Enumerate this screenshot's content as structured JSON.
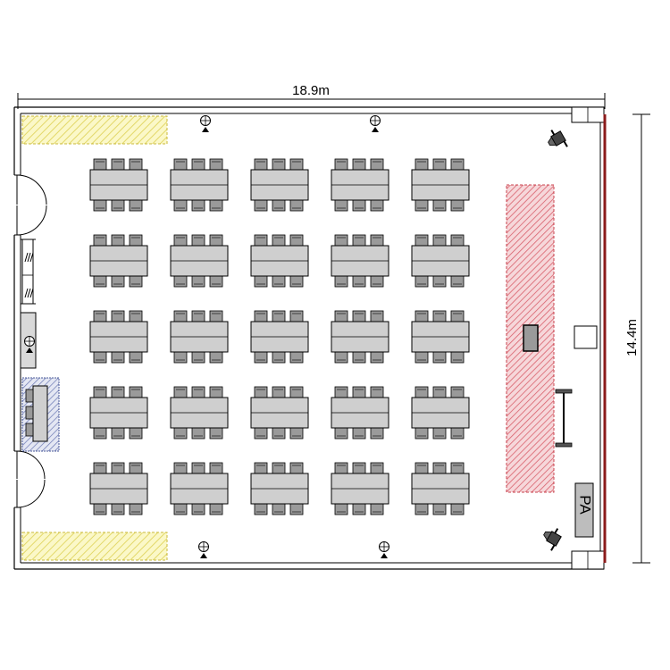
{
  "floor_plan": {
    "width_label": "18.9m",
    "height_label": "14.4m",
    "pa_label": "PA",
    "colors": {
      "wall": "#000000",
      "stage_wall": "#8b1a1a",
      "table_fill": "#cfcfcf",
      "chair_fill": "#9a9a9a",
      "yellow_zone": "#f2ee9c",
      "stage_hatch": "#e0707a",
      "reception_hatch": "#5a6aa8"
    },
    "layout": {
      "table_rows": 5,
      "table_columns": 5,
      "chairs_per_side": 3
    },
    "icons": [
      "table-with-chairs-icon",
      "double-door-icon",
      "window-icon",
      "spotlight-icon",
      "speaker-icon",
      "podium-icon",
      "screen-icon",
      "pa-console-icon",
      "reception-desk-icon"
    ]
  }
}
